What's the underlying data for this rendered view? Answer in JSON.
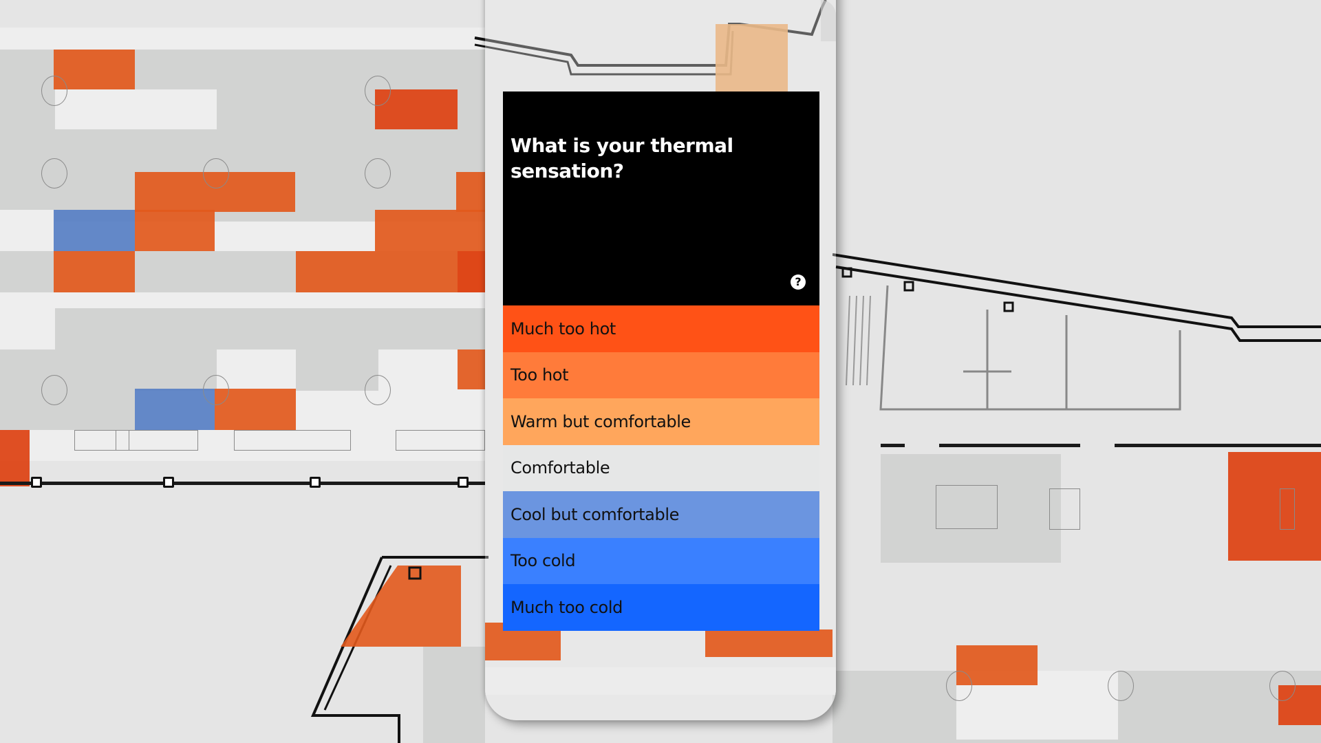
{
  "survey": {
    "question": "What is your thermal sensation?",
    "help_icon": "?",
    "options": [
      {
        "label": "Much too hot",
        "color": "#ff5216"
      },
      {
        "label": "Too hot",
        "color": "#ff7b3a"
      },
      {
        "label": "Warm but comfortable",
        "color": "#ffa65c"
      },
      {
        "label": "Comfortable",
        "color": "#e6e7e7"
      },
      {
        "label": "Cool but comfortable",
        "color": "#6b95e0"
      },
      {
        "label": "Too cold",
        "color": "#3a80ff"
      },
      {
        "label": "Much too cold",
        "color": "#1466ff"
      }
    ]
  },
  "heatmap_colors": {
    "hot": "#e2591c",
    "very_hot": "#dd4617",
    "warm": "#e89c52",
    "cool": "#5b82c5",
    "neutral_zone": "#d2d3d2",
    "background": "#e5e5e5"
  }
}
